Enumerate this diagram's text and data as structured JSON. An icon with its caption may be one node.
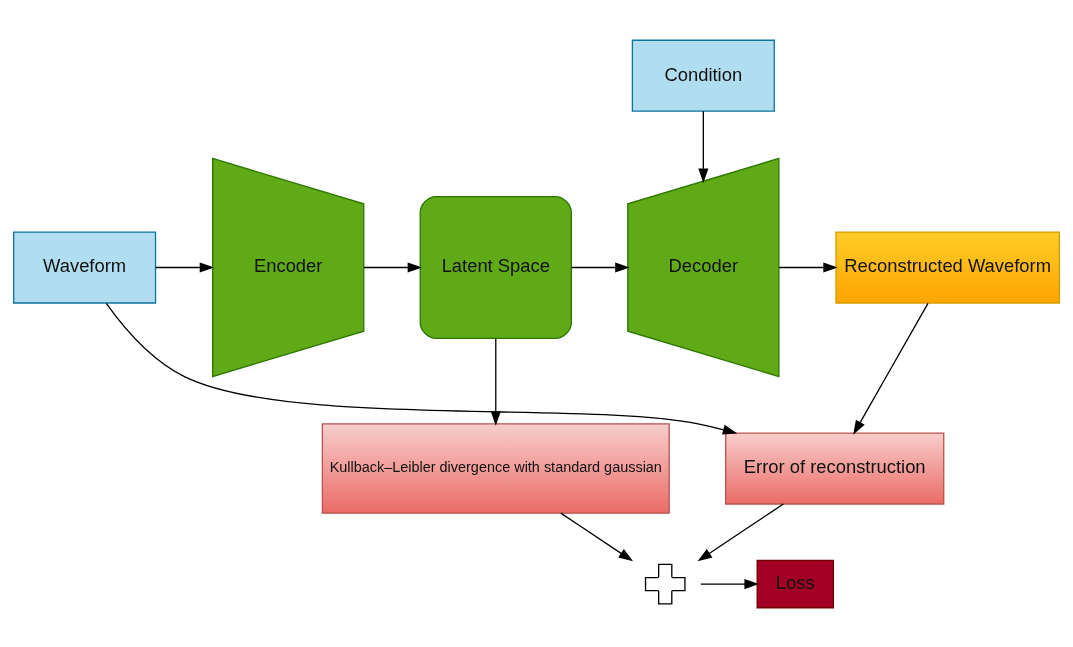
{
  "diagram": {
    "nodes": [
      {
        "text": [
          "Condition"
        ]
      },
      {
        "text": [
          "Waveform"
        ]
      },
      {
        "text": [
          "Encoder"
        ]
      },
      {
        "text": [
          "Latent Space"
        ]
      },
      {
        "text": [
          "Decoder"
        ]
      },
      {
        "text": [
          "Reconstructed Waveform"
        ]
      },
      {
        "text": [
          "Kullback–Leibler divergence with standard gaussian"
        ]
      },
      {
        "text": [],
        "shape": "cross"
      },
      {
        "text": [
          "Loss"
        ]
      },
      {
        "text": [
          "Error of reconstruction"
        ]
      }
    ],
    "edges": [
      {
        "from": 1,
        "to": 2,
        "arrow": "to"
      },
      {
        "from": 2,
        "to": 3,
        "arrow": "to"
      },
      {
        "from": 3,
        "to": 4,
        "arrow": "to"
      },
      {
        "from": 0,
        "to": 4,
        "arrow": "to"
      },
      {
        "from": 4,
        "to": 5,
        "arrow": "to"
      },
      {
        "from": 3,
        "to": 6,
        "arrow": "to"
      },
      {
        "from": 6,
        "to": 7,
        "arrow": "to"
      },
      {
        "from": 7,
        "to": 8,
        "arrow": "to"
      },
      {
        "from": 9,
        "to": 7,
        "arrow": "to"
      },
      {
        "from": 1,
        "to": 9,
        "arrow": "to"
      },
      {
        "from": 5,
        "to": 9,
        "arrow": "to"
      }
    ]
  }
}
